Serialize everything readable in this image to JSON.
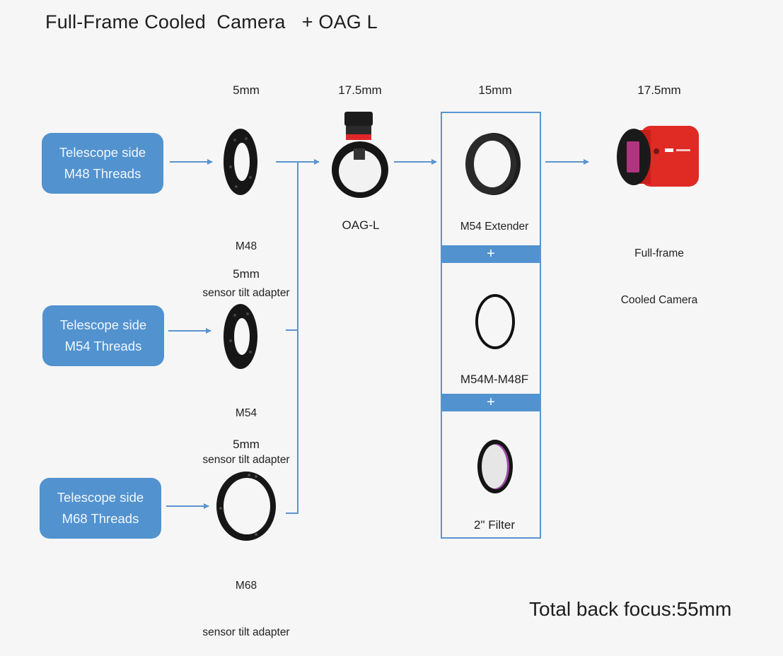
{
  "title": "Full-Frame Cooled  Camera   + OAG L",
  "total_back_focus": "Total back focus:55mm",
  "colors": {
    "accent": "#5292cf",
    "line": "#5a94d0",
    "camera_red": "#e02a24",
    "background": "#f6f6f6"
  },
  "telescope_sides": [
    {
      "line1": "Telescope side",
      "line2": "M48 Threads"
    },
    {
      "line1": "Telescope side",
      "line2": "M54 Threads"
    },
    {
      "line1": "Telescope side",
      "line2": "M68 Threads"
    }
  ],
  "adapters": [
    {
      "thickness": "5mm",
      "name": "M48",
      "desc": "sensor tilt adapter",
      "icon": "tilt-adapter-ring-icon"
    },
    {
      "thickness": "5mm",
      "name": "M54",
      "desc": "sensor tilt adapter",
      "icon": "tilt-adapter-ring-icon"
    },
    {
      "thickness": "5mm",
      "name": "M68",
      "desc": "sensor tilt adapter",
      "icon": "tilt-adapter-ring-icon"
    }
  ],
  "oag": {
    "thickness": "17.5mm",
    "name": "OAG-L",
    "icon": "off-axis-guider-icon"
  },
  "stack": {
    "thickness": "15mm",
    "plus": "+",
    "items": [
      {
        "name": "M54 Extender",
        "icon": "extender-ring-icon"
      },
      {
        "name": "M54M-M48F",
        "icon": "adapter-ring-icon"
      },
      {
        "name": "2\" Filter",
        "icon": "filter-icon"
      }
    ]
  },
  "camera": {
    "thickness": "17.5mm",
    "line1": "Full-frame",
    "line2": "Cooled Camera",
    "icon": "cooled-camera-icon"
  }
}
